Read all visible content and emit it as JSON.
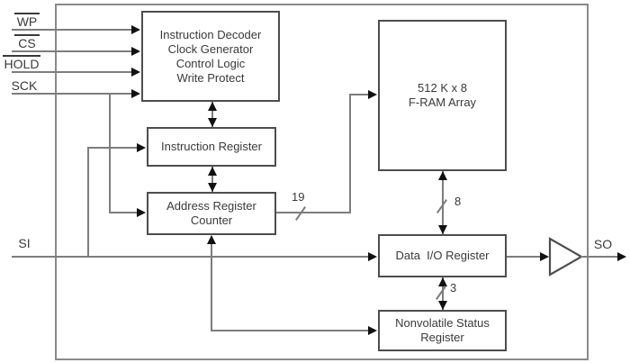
{
  "diagram": {
    "title_hint": "F-RAM SPI memory block diagram",
    "signals": {
      "wp": "WP",
      "cs": "CS",
      "hold": "HOLD",
      "sck": "SCK",
      "si": "SI",
      "so": "SO"
    },
    "blocks": {
      "decoder": "Instruction Decoder\nClock Generator\nControl Logic\nWrite Protect",
      "instruction_register": "Instruction Register",
      "address_register": "Address Register\nCounter",
      "fram_array": "512 K x 8\nF-RAM Array",
      "data_io_register": "Data  I/O Register",
      "nv_status_register": "Nonvolatile Status\nRegister"
    },
    "bus_widths": {
      "address": "19",
      "data": "8",
      "status": "3"
    },
    "colors": {
      "background": "#ffffff",
      "outer_border": "#8a8a8a",
      "block_border": "#4d4d4d",
      "line": "#7d7d7d",
      "arrow": "#111111",
      "text": "#3a3a3a"
    }
  }
}
